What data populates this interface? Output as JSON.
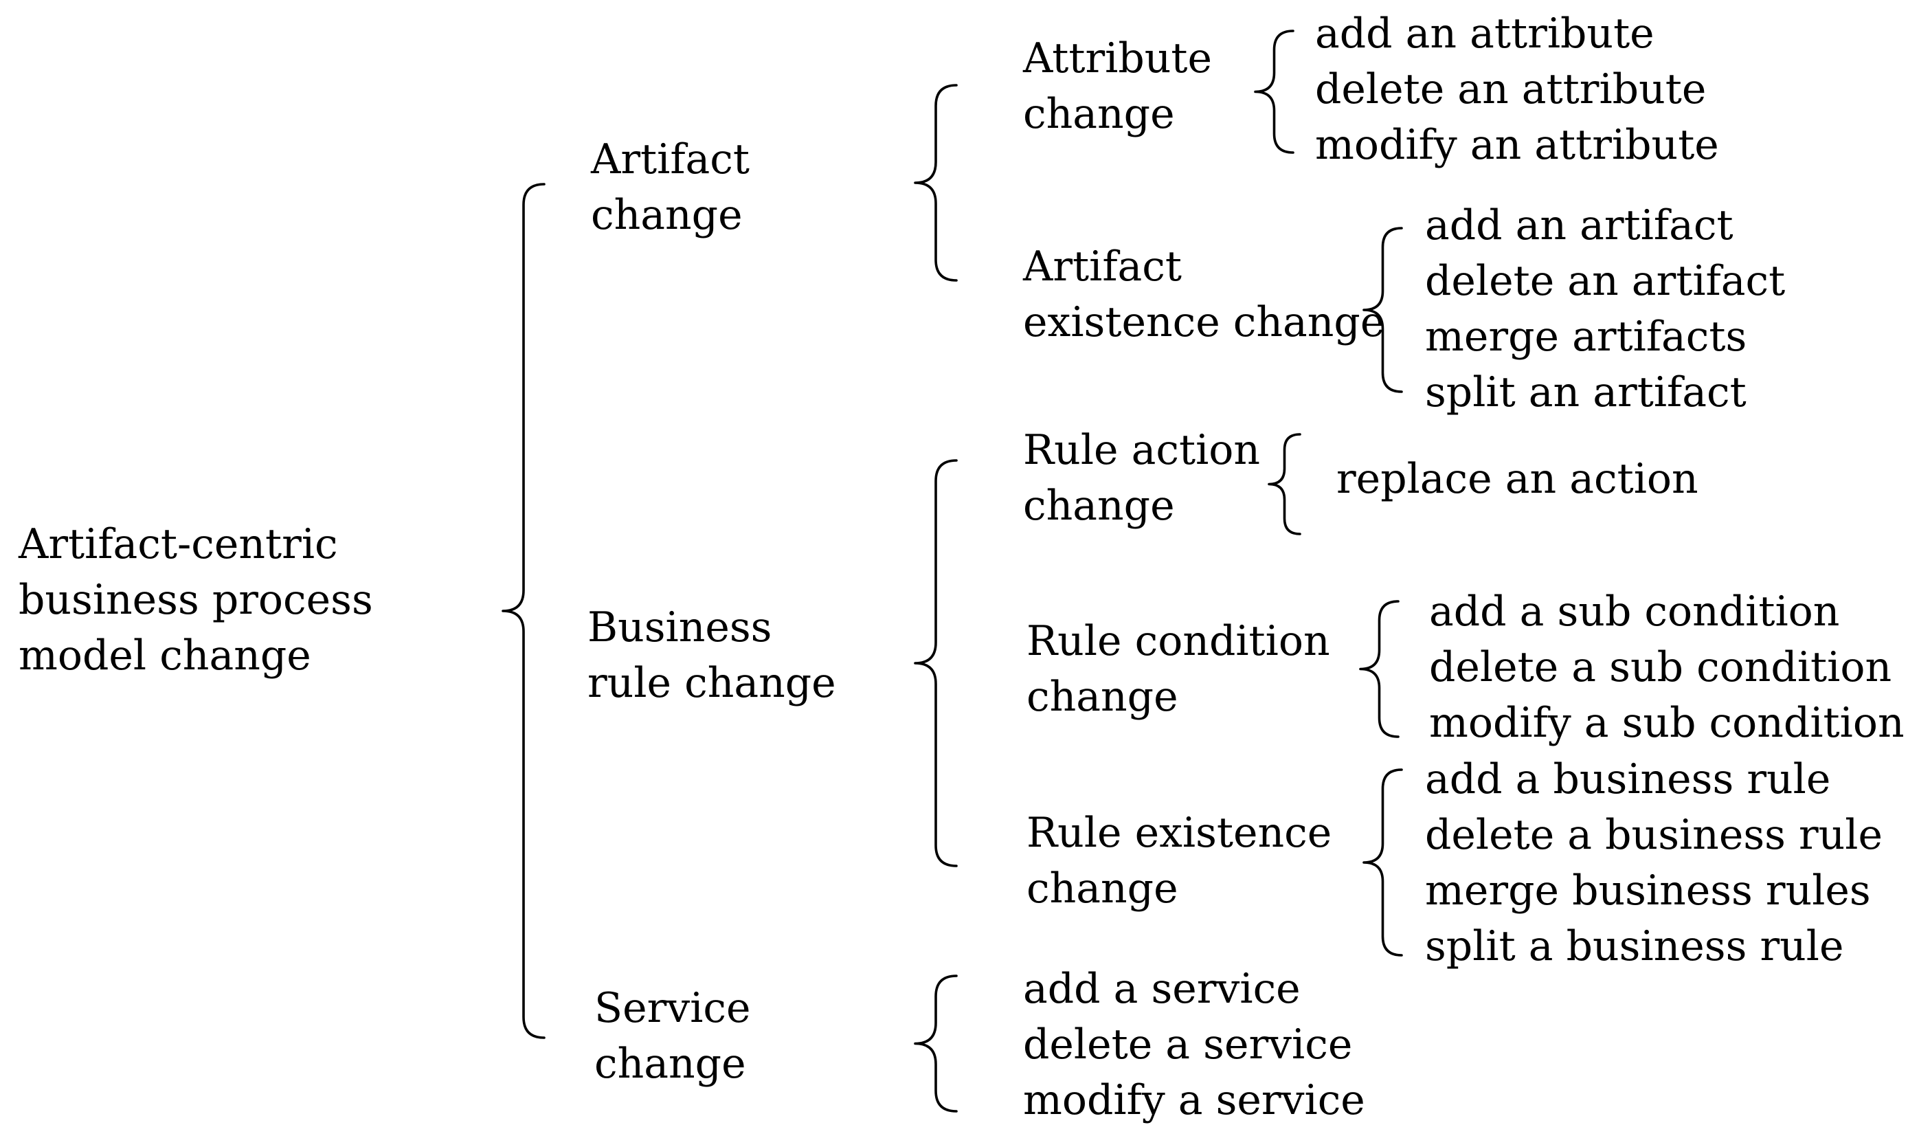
{
  "root": {
    "lines": [
      "Artifact-centric",
      "business process",
      "model change"
    ],
    "children": [
      {
        "lines": [
          "Artifact",
          "change"
        ],
        "children": [
          {
            "lines": [
              "Attribute",
              "change"
            ],
            "operations": [
              "add an attribute",
              "delete an attribute",
              "modify an attribute"
            ]
          },
          {
            "lines": [
              "Artifact",
              "existence change"
            ],
            "operations": [
              "add an artifact",
              "delete an artifact",
              "merge artifacts",
              "split an artifact"
            ]
          }
        ]
      },
      {
        "lines": [
          "Business",
          "rule change"
        ],
        "children": [
          {
            "lines": [
              "Rule action",
              "change"
            ],
            "operations": [
              "replace an action"
            ]
          },
          {
            "lines": [
              "Rule condition",
              "change"
            ],
            "operations": [
              "add a sub condition",
              "delete a sub condition",
              "modify a sub condition"
            ]
          },
          {
            "lines": [
              "Rule existence",
              "change"
            ],
            "operations": [
              "add a business rule",
              "delete a business rule",
              "merge business rules",
              "split a business rule"
            ]
          }
        ]
      },
      {
        "lines": [
          "Service",
          "change"
        ],
        "operations": [
          "add a service",
          "delete a service",
          "modify a service"
        ]
      }
    ]
  }
}
